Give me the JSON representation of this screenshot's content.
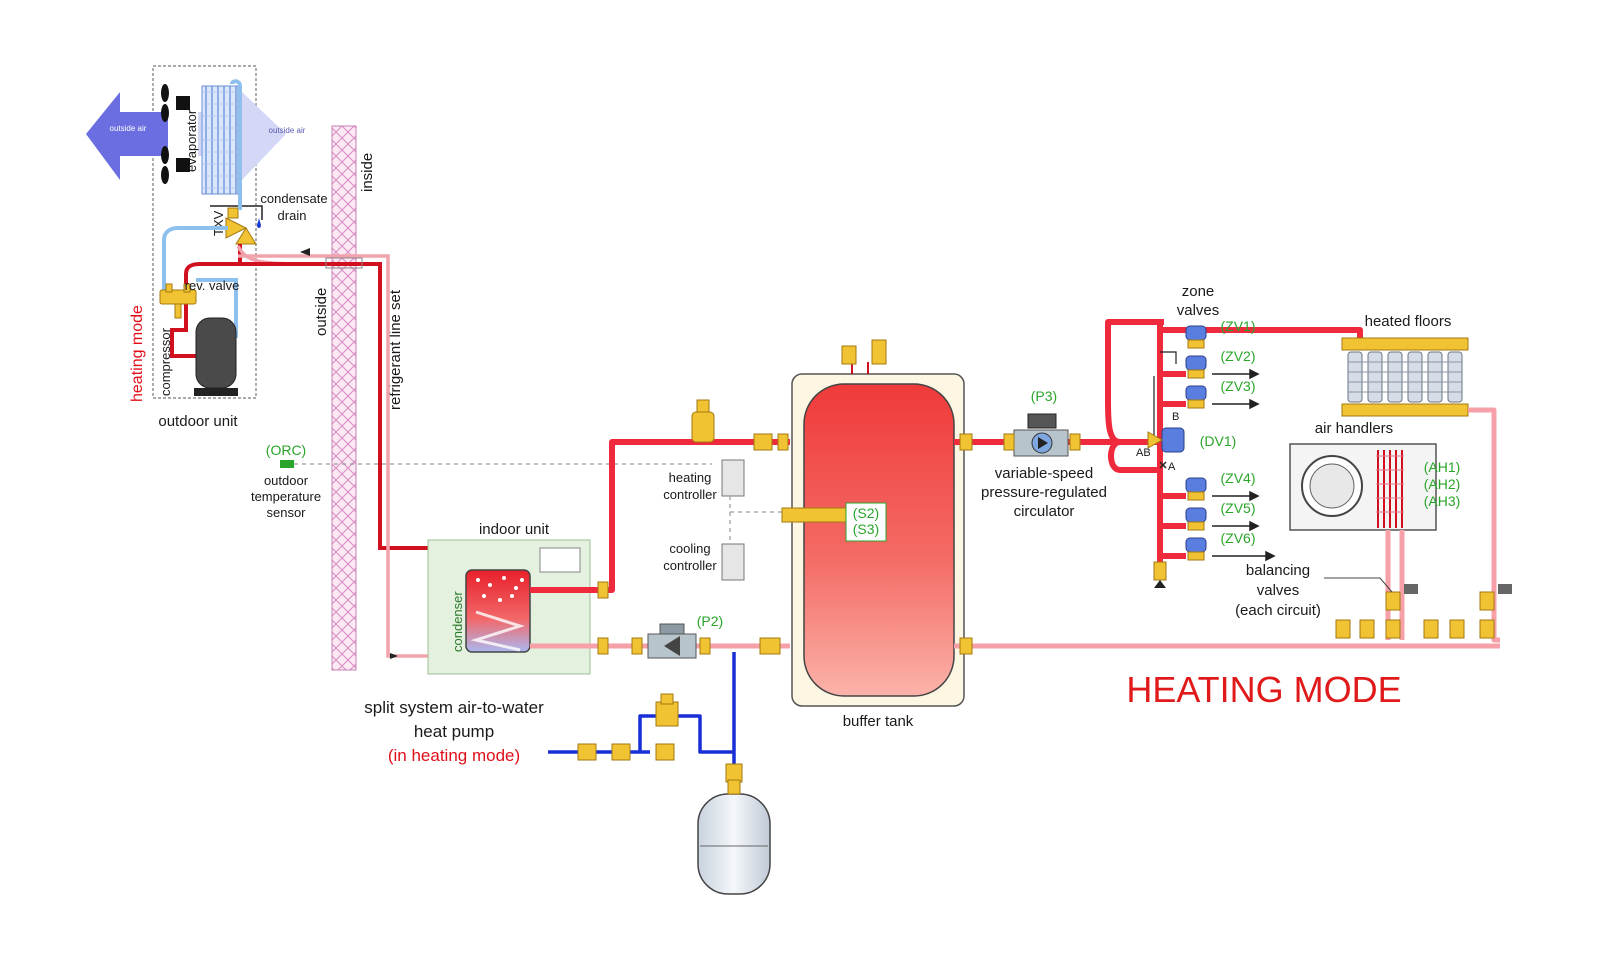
{
  "outdoor_unit": {
    "title": "outdoor unit",
    "outside_air_left": "outside air",
    "outside_air_right": "outside air",
    "evaporator": "evaporator",
    "txv": "TXV",
    "condensate_drain": "condensate drain",
    "rev_valve": "rev. valve",
    "compressor": "compressor",
    "mode_label": "heating mode"
  },
  "wall": {
    "inside": "inside",
    "outside": "outside",
    "refrigerant_line_set": "refrigerant line set"
  },
  "sensor": {
    "code": "(ORC)",
    "label": "outdoor temperature sensor"
  },
  "indoor_unit": {
    "title": "indoor unit",
    "condenser": "condenser",
    "caption_line1": "split system air-to-water",
    "caption_line2": "heat pump",
    "caption_line3": "(in heating mode)"
  },
  "controllers": {
    "heating": "heating controller",
    "cooling": "cooling controller"
  },
  "buffer_tank": {
    "title": "buffer tank",
    "sensor_s2": "(S2)",
    "sensor_s3": "(S3)"
  },
  "pumps": {
    "p2": "(P2)",
    "p3": "(P3)",
    "p3_desc_line1": "variable-speed",
    "p3_desc_line2": "pressure-regulated",
    "p3_desc_line3": "circulator"
  },
  "zone_valves": {
    "title": "zone valves",
    "items": [
      "(ZV1)",
      "(ZV2)",
      "(ZV3)",
      "(ZV4)",
      "(ZV5)",
      "(ZV6)"
    ],
    "diverter": "(DV1)",
    "port_a": "A",
    "port_b": "B",
    "port_ab": "AB"
  },
  "loads": {
    "heated_floors": "heated floors",
    "air_handlers": "air handlers",
    "ah_codes": [
      "(AH1)",
      "(AH2)",
      "(AH3)"
    ],
    "balancing_line1": "balancing",
    "balancing_line2": "valves",
    "balancing_line3": "(each circuit)"
  },
  "mode_banner": "HEATING MODE",
  "colors": {
    "hot_pipe": "#ee2a3c",
    "warm_pipe": "#f6a0a8",
    "cold_supply": "#1a2ed6",
    "refrigerant_cold": "#8ec0ee",
    "tank_fill": "#f26060",
    "label_green": "#2aa52a",
    "label_red": "#e0101a",
    "brass": "#f1c232"
  }
}
